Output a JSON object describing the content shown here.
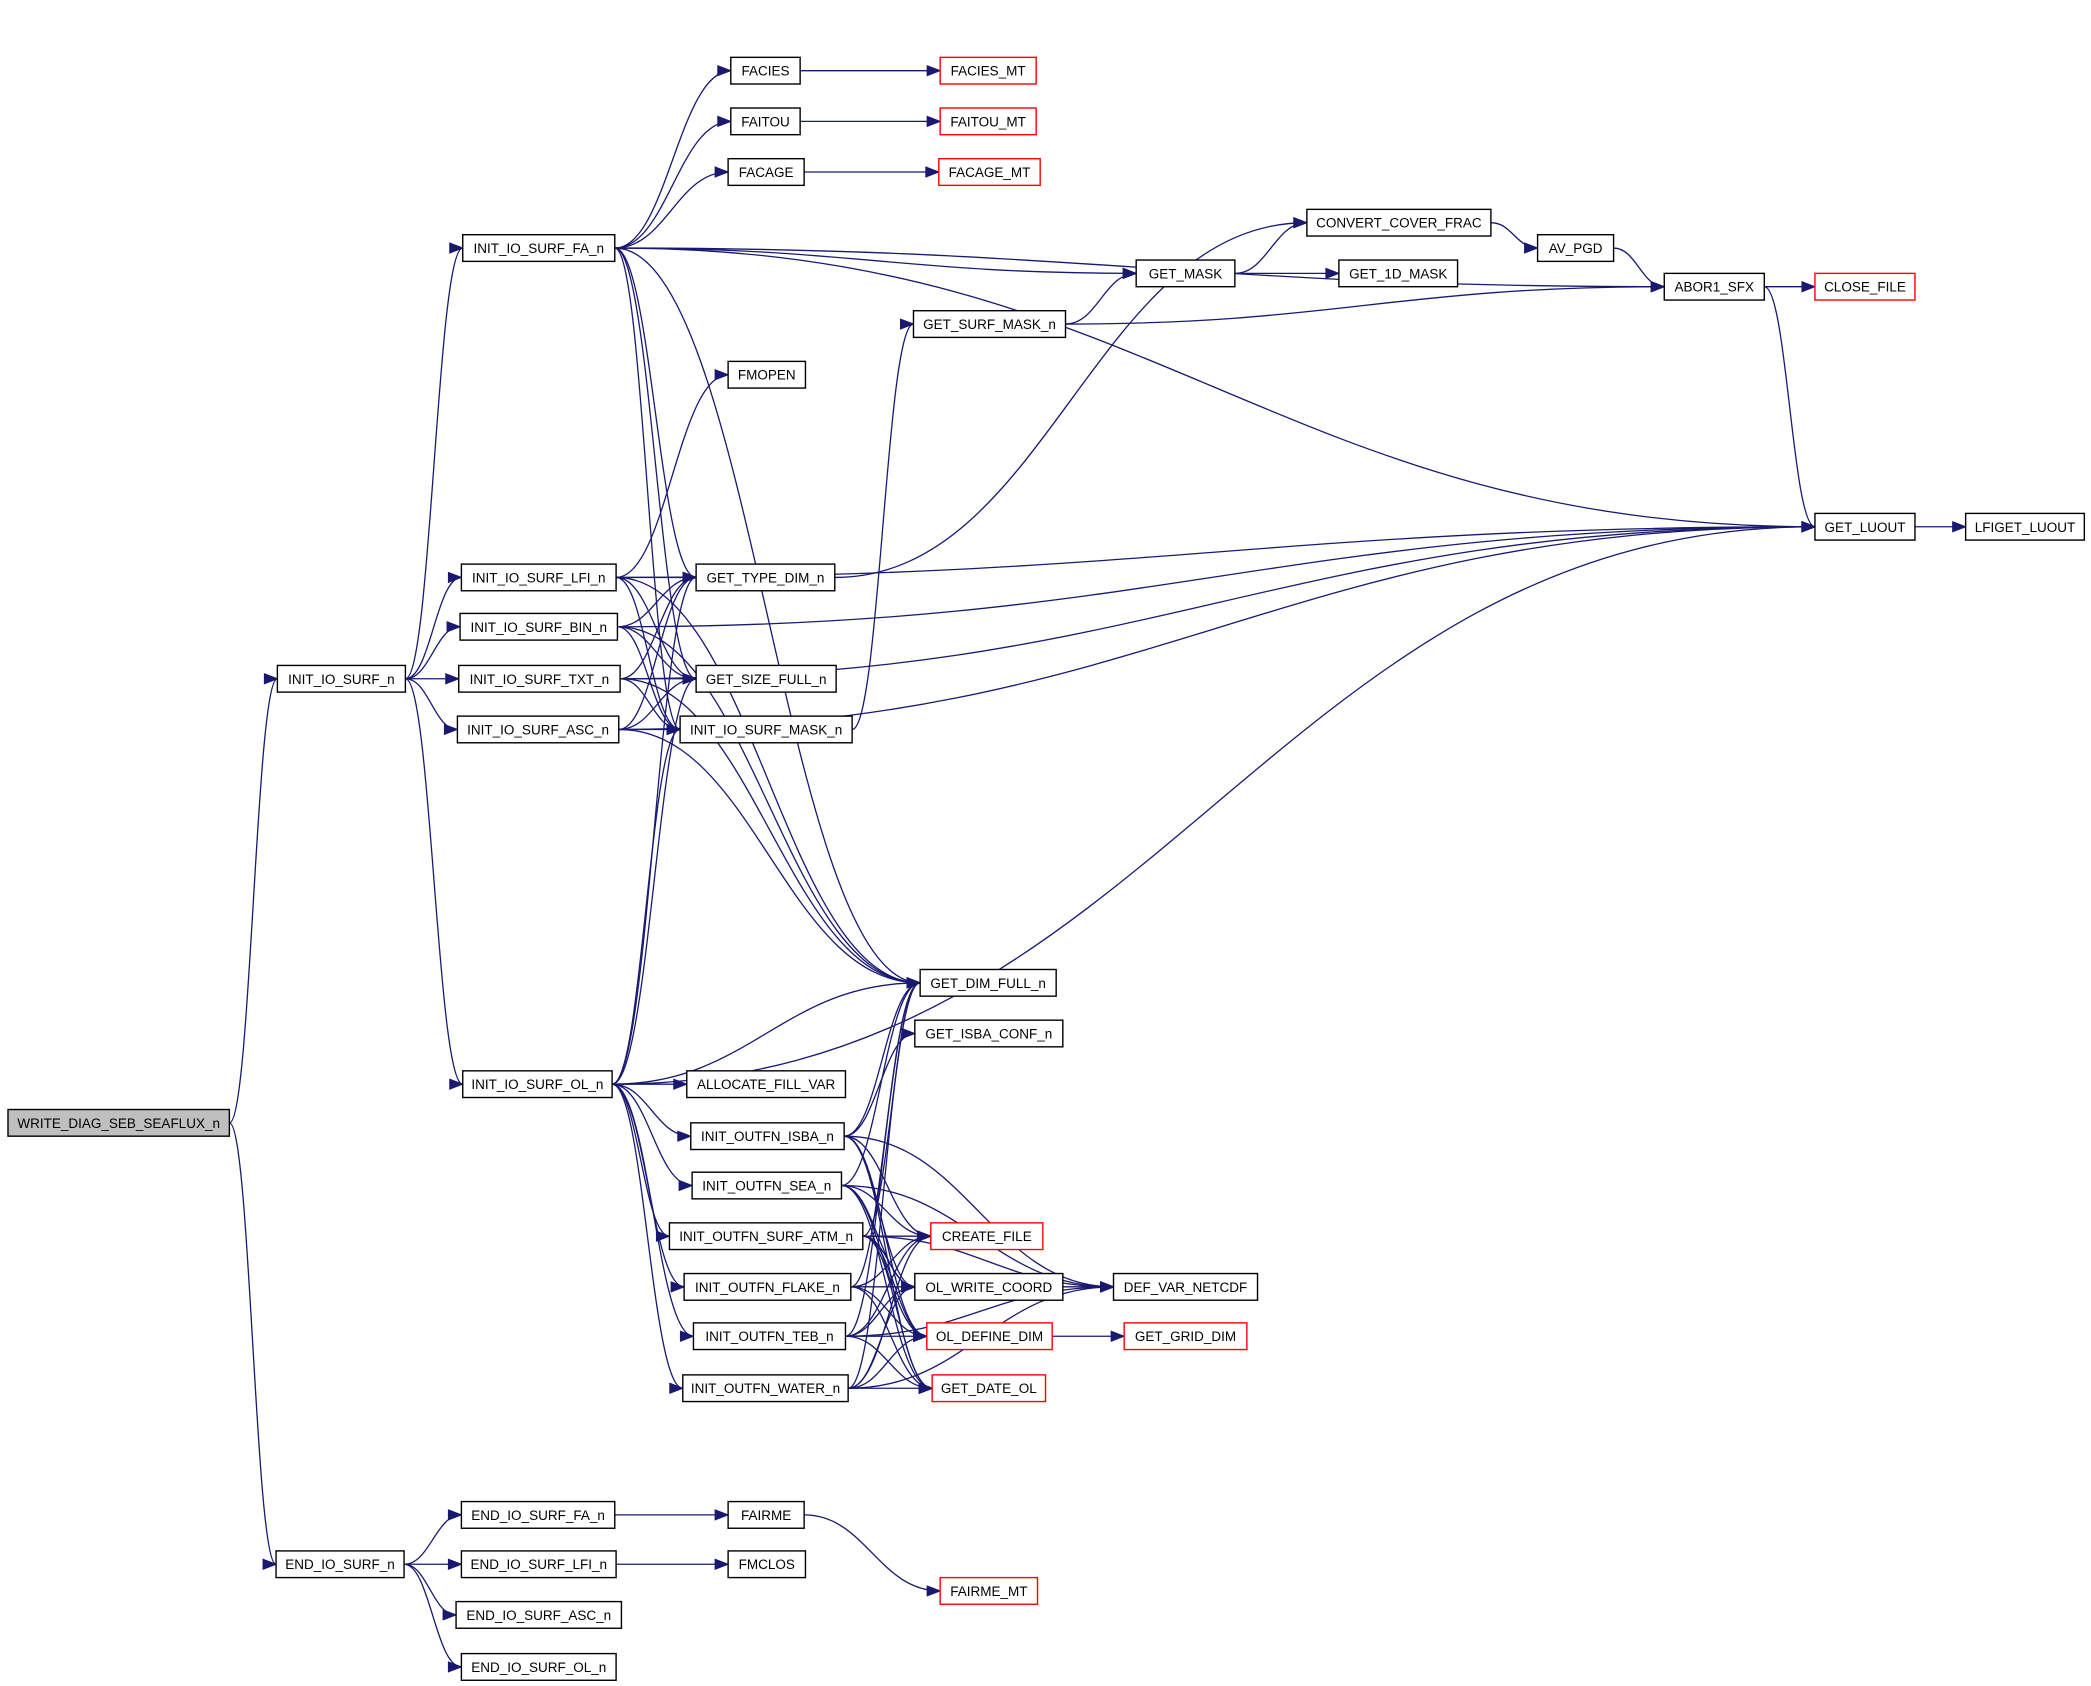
{
  "diagram": {
    "type": "call-graph",
    "colors": {
      "edge": "#191970",
      "node_border": "#000000",
      "node_border_external": "#ff0000",
      "root_fill": "#bfbfbf",
      "node_fill": "#ffffff"
    },
    "nodes": [
      {
        "id": "WRITE_DIAG_SEB_SEAFLUX_n",
        "label": "WRITE_DIAG_SEB_SEAFLUX_n",
        "kind": "root"
      },
      {
        "id": "INIT_IO_SURF_n",
        "label": "INIT_IO_SURF_n",
        "kind": "normal"
      },
      {
        "id": "END_IO_SURF_n",
        "label": "END_IO_SURF_n",
        "kind": "normal"
      },
      {
        "id": "INIT_IO_SURF_FA_n",
        "label": "INIT_IO_SURF_FA_n",
        "kind": "normal"
      },
      {
        "id": "INIT_IO_SURF_LFI_n",
        "label": "INIT_IO_SURF_LFI_n",
        "kind": "normal"
      },
      {
        "id": "INIT_IO_SURF_BIN_n",
        "label": "INIT_IO_SURF_BIN_n",
        "kind": "normal"
      },
      {
        "id": "INIT_IO_SURF_TXT_n",
        "label": "INIT_IO_SURF_TXT_n",
        "kind": "normal"
      },
      {
        "id": "INIT_IO_SURF_ASC_n",
        "label": "INIT_IO_SURF_ASC_n",
        "kind": "normal"
      },
      {
        "id": "INIT_IO_SURF_OL_n",
        "label": "INIT_IO_SURF_OL_n",
        "kind": "normal"
      },
      {
        "id": "END_IO_SURF_FA_n",
        "label": "END_IO_SURF_FA_n",
        "kind": "normal"
      },
      {
        "id": "END_IO_SURF_LFI_n",
        "label": "END_IO_SURF_LFI_n",
        "kind": "normal"
      },
      {
        "id": "END_IO_SURF_ASC_n",
        "label": "END_IO_SURF_ASC_n",
        "kind": "normal"
      },
      {
        "id": "END_IO_SURF_OL_n",
        "label": "END_IO_SURF_OL_n",
        "kind": "normal"
      },
      {
        "id": "FACIES",
        "label": "FACIES",
        "kind": "normal"
      },
      {
        "id": "FAITOU",
        "label": "FAITOU",
        "kind": "normal"
      },
      {
        "id": "FACAGE",
        "label": "FACAGE",
        "kind": "normal"
      },
      {
        "id": "FMOPEN",
        "label": "FMOPEN",
        "kind": "normal"
      },
      {
        "id": "GET_TYPE_DIM_n",
        "label": "GET_TYPE_DIM_n",
        "kind": "normal"
      },
      {
        "id": "GET_SIZE_FULL_n",
        "label": "GET_SIZE_FULL_n",
        "kind": "normal"
      },
      {
        "id": "INIT_IO_SURF_MASK_n",
        "label": "INIT_IO_SURF_MASK_n",
        "kind": "normal"
      },
      {
        "id": "ALLOCATE_FILL_VAR",
        "label": "ALLOCATE_FILL_VAR",
        "kind": "normal"
      },
      {
        "id": "INIT_OUTFN_ISBA_n",
        "label": "INIT_OUTFN_ISBA_n",
        "kind": "normal"
      },
      {
        "id": "INIT_OUTFN_SEA_n",
        "label": "INIT_OUTFN_SEA_n",
        "kind": "normal"
      },
      {
        "id": "INIT_OUTFN_SURF_ATM_n",
        "label": "INIT_OUTFN_SURF_ATM_n",
        "kind": "normal"
      },
      {
        "id": "INIT_OUTFN_FLAKE_n",
        "label": "INIT_OUTFN_FLAKE_n",
        "kind": "normal"
      },
      {
        "id": "INIT_OUTFN_TEB_n",
        "label": "INIT_OUTFN_TEB_n",
        "kind": "normal"
      },
      {
        "id": "INIT_OUTFN_WATER_n",
        "label": "INIT_OUTFN_WATER_n",
        "kind": "normal"
      },
      {
        "id": "FAIRME",
        "label": "FAIRME",
        "kind": "normal"
      },
      {
        "id": "FMCLOS",
        "label": "FMCLOS",
        "kind": "normal"
      },
      {
        "id": "FACIES_MT",
        "label": "FACIES_MT",
        "kind": "external"
      },
      {
        "id": "FAITOU_MT",
        "label": "FAITOU_MT",
        "kind": "external"
      },
      {
        "id": "FACAGE_MT",
        "label": "FACAGE_MT",
        "kind": "external"
      },
      {
        "id": "GET_SURF_MASK_n",
        "label": "GET_SURF_MASK_n",
        "kind": "normal"
      },
      {
        "id": "GET_DIM_FULL_n",
        "label": "GET_DIM_FULL_n",
        "kind": "normal"
      },
      {
        "id": "GET_ISBA_CONF_n",
        "label": "GET_ISBA_CONF_n",
        "kind": "normal"
      },
      {
        "id": "CREATE_FILE",
        "label": "CREATE_FILE",
        "kind": "external"
      },
      {
        "id": "OL_WRITE_COORD",
        "label": "OL_WRITE_COORD",
        "kind": "normal"
      },
      {
        "id": "OL_DEFINE_DIM",
        "label": "OL_DEFINE_DIM",
        "kind": "external"
      },
      {
        "id": "GET_DATE_OL",
        "label": "GET_DATE_OL",
        "kind": "external"
      },
      {
        "id": "FAIRME_MT",
        "label": "FAIRME_MT",
        "kind": "external"
      },
      {
        "id": "GET_MASK",
        "label": "GET_MASK",
        "kind": "normal"
      },
      {
        "id": "DEF_VAR_NETCDF",
        "label": "DEF_VAR_NETCDF",
        "kind": "normal"
      },
      {
        "id": "GET_GRID_DIM",
        "label": "GET_GRID_DIM",
        "kind": "external"
      },
      {
        "id": "CONVERT_COVER_FRAC",
        "label": "CONVERT_COVER_FRAC",
        "kind": "normal"
      },
      {
        "id": "GET_1D_MASK",
        "label": "GET_1D_MASK",
        "kind": "normal"
      },
      {
        "id": "AV_PGD",
        "label": "AV_PGD",
        "kind": "normal"
      },
      {
        "id": "ABOR1_SFX",
        "label": "ABOR1_SFX",
        "kind": "normal"
      },
      {
        "id": "CLOSE_FILE",
        "label": "CLOSE_FILE",
        "kind": "external"
      },
      {
        "id": "GET_LUOUT",
        "label": "GET_LUOUT",
        "kind": "normal"
      },
      {
        "id": "LFIGET_LUOUT",
        "label": "LFIGET_LUOUT",
        "kind": "normal"
      }
    ],
    "edges": [
      [
        "WRITE_DIAG_SEB_SEAFLUX_n",
        "INIT_IO_SURF_n"
      ],
      [
        "WRITE_DIAG_SEB_SEAFLUX_n",
        "END_IO_SURF_n"
      ],
      [
        "INIT_IO_SURF_n",
        "INIT_IO_SURF_FA_n"
      ],
      [
        "INIT_IO_SURF_n",
        "INIT_IO_SURF_LFI_n"
      ],
      [
        "INIT_IO_SURF_n",
        "INIT_IO_SURF_BIN_n"
      ],
      [
        "INIT_IO_SURF_n",
        "INIT_IO_SURF_TXT_n"
      ],
      [
        "INIT_IO_SURF_n",
        "INIT_IO_SURF_ASC_n"
      ],
      [
        "INIT_IO_SURF_n",
        "INIT_IO_SURF_OL_n"
      ],
      [
        "INIT_IO_SURF_FA_n",
        "FACIES"
      ],
      [
        "INIT_IO_SURF_FA_n",
        "FAITOU"
      ],
      [
        "INIT_IO_SURF_FA_n",
        "FACAGE"
      ],
      [
        "INIT_IO_SURF_FA_n",
        "ABOR1_SFX"
      ],
      [
        "INIT_IO_SURF_FA_n",
        "GET_MASK"
      ],
      [
        "INIT_IO_SURF_FA_n",
        "GET_LUOUT"
      ],
      [
        "INIT_IO_SURF_FA_n",
        "GET_TYPE_DIM_n"
      ],
      [
        "INIT_IO_SURF_FA_n",
        "GET_SIZE_FULL_n"
      ],
      [
        "INIT_IO_SURF_FA_n",
        "INIT_IO_SURF_MASK_n"
      ],
      [
        "INIT_IO_SURF_FA_n",
        "GET_DIM_FULL_n"
      ],
      [
        "FACIES",
        "FACIES_MT"
      ],
      [
        "FAITOU",
        "FAITOU_MT"
      ],
      [
        "FACAGE",
        "FACAGE_MT"
      ],
      [
        "INIT_IO_SURF_LFI_n",
        "FMOPEN"
      ],
      [
        "INIT_IO_SURF_LFI_n",
        "GET_TYPE_DIM_n"
      ],
      [
        "INIT_IO_SURF_LFI_n",
        "GET_SIZE_FULL_n"
      ],
      [
        "INIT_IO_SURF_LFI_n",
        "INIT_IO_SURF_MASK_n"
      ],
      [
        "INIT_IO_SURF_LFI_n",
        "GET_LUOUT"
      ],
      [
        "INIT_IO_SURF_LFI_n",
        "GET_DIM_FULL_n"
      ],
      [
        "INIT_IO_SURF_BIN_n",
        "GET_TYPE_DIM_n"
      ],
      [
        "INIT_IO_SURF_BIN_n",
        "GET_SIZE_FULL_n"
      ],
      [
        "INIT_IO_SURF_BIN_n",
        "INIT_IO_SURF_MASK_n"
      ],
      [
        "INIT_IO_SURF_BIN_n",
        "GET_LUOUT"
      ],
      [
        "INIT_IO_SURF_BIN_n",
        "GET_DIM_FULL_n"
      ],
      [
        "INIT_IO_SURF_TXT_n",
        "GET_TYPE_DIM_n"
      ],
      [
        "INIT_IO_SURF_TXT_n",
        "GET_SIZE_FULL_n"
      ],
      [
        "INIT_IO_SURF_TXT_n",
        "INIT_IO_SURF_MASK_n"
      ],
      [
        "INIT_IO_SURF_TXT_n",
        "GET_LUOUT"
      ],
      [
        "INIT_IO_SURF_TXT_n",
        "GET_DIM_FULL_n"
      ],
      [
        "INIT_IO_SURF_ASC_n",
        "GET_TYPE_DIM_n"
      ],
      [
        "INIT_IO_SURF_ASC_n",
        "GET_SIZE_FULL_n"
      ],
      [
        "INIT_IO_SURF_ASC_n",
        "INIT_IO_SURF_MASK_n"
      ],
      [
        "INIT_IO_SURF_ASC_n",
        "GET_LUOUT"
      ],
      [
        "INIT_IO_SURF_ASC_n",
        "GET_DIM_FULL_n"
      ],
      [
        "INIT_IO_SURF_OL_n",
        "GET_TYPE_DIM_n"
      ],
      [
        "INIT_IO_SURF_OL_n",
        "GET_SIZE_FULL_n"
      ],
      [
        "INIT_IO_SURF_OL_n",
        "INIT_IO_SURF_MASK_n"
      ],
      [
        "INIT_IO_SURF_OL_n",
        "GET_DIM_FULL_n"
      ],
      [
        "INIT_IO_SURF_OL_n",
        "GET_LUOUT"
      ],
      [
        "INIT_IO_SURF_OL_n",
        "ALLOCATE_FILL_VAR"
      ],
      [
        "INIT_IO_SURF_OL_n",
        "INIT_OUTFN_ISBA_n"
      ],
      [
        "INIT_IO_SURF_OL_n",
        "INIT_OUTFN_SEA_n"
      ],
      [
        "INIT_IO_SURF_OL_n",
        "INIT_OUTFN_SURF_ATM_n"
      ],
      [
        "INIT_IO_SURF_OL_n",
        "INIT_OUTFN_FLAKE_n"
      ],
      [
        "INIT_IO_SURF_OL_n",
        "INIT_OUTFN_TEB_n"
      ],
      [
        "INIT_IO_SURF_OL_n",
        "INIT_OUTFN_WATER_n"
      ],
      [
        "GET_TYPE_DIM_n",
        "CONVERT_COVER_FRAC"
      ],
      [
        "INIT_IO_SURF_MASK_n",
        "GET_SURF_MASK_n"
      ],
      [
        "GET_SURF_MASK_n",
        "GET_MASK"
      ],
      [
        "GET_SURF_MASK_n",
        "ABOR1_SFX"
      ],
      [
        "GET_MASK",
        "CONVERT_COVER_FRAC"
      ],
      [
        "GET_MASK",
        "GET_1D_MASK"
      ],
      [
        "CONVERT_COVER_FRAC",
        "AV_PGD"
      ],
      [
        "AV_PGD",
        "ABOR1_SFX"
      ],
      [
        "ABOR1_SFX",
        "CLOSE_FILE"
      ],
      [
        "ABOR1_SFX",
        "GET_LUOUT"
      ],
      [
        "GET_LUOUT",
        "LFIGET_LUOUT"
      ],
      [
        "INIT_OUTFN_ISBA_n",
        "GET_DIM_FULL_n"
      ],
      [
        "INIT_OUTFN_ISBA_n",
        "GET_ISBA_CONF_n"
      ],
      [
        "INIT_OUTFN_ISBA_n",
        "CREATE_FILE"
      ],
      [
        "INIT_OUTFN_ISBA_n",
        "OL_WRITE_COORD"
      ],
      [
        "INIT_OUTFN_ISBA_n",
        "OL_DEFINE_DIM"
      ],
      [
        "INIT_OUTFN_ISBA_n",
        "GET_DATE_OL"
      ],
      [
        "INIT_OUTFN_ISBA_n",
        "DEF_VAR_NETCDF"
      ],
      [
        "INIT_OUTFN_SEA_n",
        "GET_DIM_FULL_n"
      ],
      [
        "INIT_OUTFN_SEA_n",
        "CREATE_FILE"
      ],
      [
        "INIT_OUTFN_SEA_n",
        "OL_WRITE_COORD"
      ],
      [
        "INIT_OUTFN_SEA_n",
        "OL_DEFINE_DIM"
      ],
      [
        "INIT_OUTFN_SEA_n",
        "GET_DATE_OL"
      ],
      [
        "INIT_OUTFN_SEA_n",
        "DEF_VAR_NETCDF"
      ],
      [
        "INIT_OUTFN_SURF_ATM_n",
        "GET_DIM_FULL_n"
      ],
      [
        "INIT_OUTFN_SURF_ATM_n",
        "CREATE_FILE"
      ],
      [
        "INIT_OUTFN_SURF_ATM_n",
        "OL_WRITE_COORD"
      ],
      [
        "INIT_OUTFN_SURF_ATM_n",
        "OL_DEFINE_DIM"
      ],
      [
        "INIT_OUTFN_SURF_ATM_n",
        "GET_DATE_OL"
      ],
      [
        "INIT_OUTFN_SURF_ATM_n",
        "DEF_VAR_NETCDF"
      ],
      [
        "INIT_OUTFN_FLAKE_n",
        "GET_DIM_FULL_n"
      ],
      [
        "INIT_OUTFN_FLAKE_n",
        "CREATE_FILE"
      ],
      [
        "INIT_OUTFN_FLAKE_n",
        "OL_WRITE_COORD"
      ],
      [
        "INIT_OUTFN_FLAKE_n",
        "OL_DEFINE_DIM"
      ],
      [
        "INIT_OUTFN_FLAKE_n",
        "GET_DATE_OL"
      ],
      [
        "INIT_OUTFN_FLAKE_n",
        "DEF_VAR_NETCDF"
      ],
      [
        "INIT_OUTFN_TEB_n",
        "GET_DIM_FULL_n"
      ],
      [
        "INIT_OUTFN_TEB_n",
        "CREATE_FILE"
      ],
      [
        "INIT_OUTFN_TEB_n",
        "OL_WRITE_COORD"
      ],
      [
        "INIT_OUTFN_TEB_n",
        "OL_DEFINE_DIM"
      ],
      [
        "INIT_OUTFN_TEB_n",
        "GET_DATE_OL"
      ],
      [
        "INIT_OUTFN_TEB_n",
        "DEF_VAR_NETCDF"
      ],
      [
        "INIT_OUTFN_WATER_n",
        "GET_DIM_FULL_n"
      ],
      [
        "INIT_OUTFN_WATER_n",
        "CREATE_FILE"
      ],
      [
        "INIT_OUTFN_WATER_n",
        "OL_WRITE_COORD"
      ],
      [
        "INIT_OUTFN_WATER_n",
        "OL_DEFINE_DIM"
      ],
      [
        "INIT_OUTFN_WATER_n",
        "GET_DATE_OL"
      ],
      [
        "INIT_OUTFN_WATER_n",
        "DEF_VAR_NETCDF"
      ],
      [
        "OL_WRITE_COORD",
        "DEF_VAR_NETCDF"
      ],
      [
        "OL_DEFINE_DIM",
        "GET_GRID_DIM"
      ],
      [
        "END_IO_SURF_n",
        "END_IO_SURF_FA_n"
      ],
      [
        "END_IO_SURF_n",
        "END_IO_SURF_LFI_n"
      ],
      [
        "END_IO_SURF_n",
        "END_IO_SURF_ASC_n"
      ],
      [
        "END_IO_SURF_n",
        "END_IO_SURF_OL_n"
      ],
      [
        "END_IO_SURF_FA_n",
        "FAIRME"
      ],
      [
        "END_IO_SURF_LFI_n",
        "FMCLOS"
      ],
      [
        "FAIRME",
        "FAIRME_MT"
      ]
    ]
  }
}
